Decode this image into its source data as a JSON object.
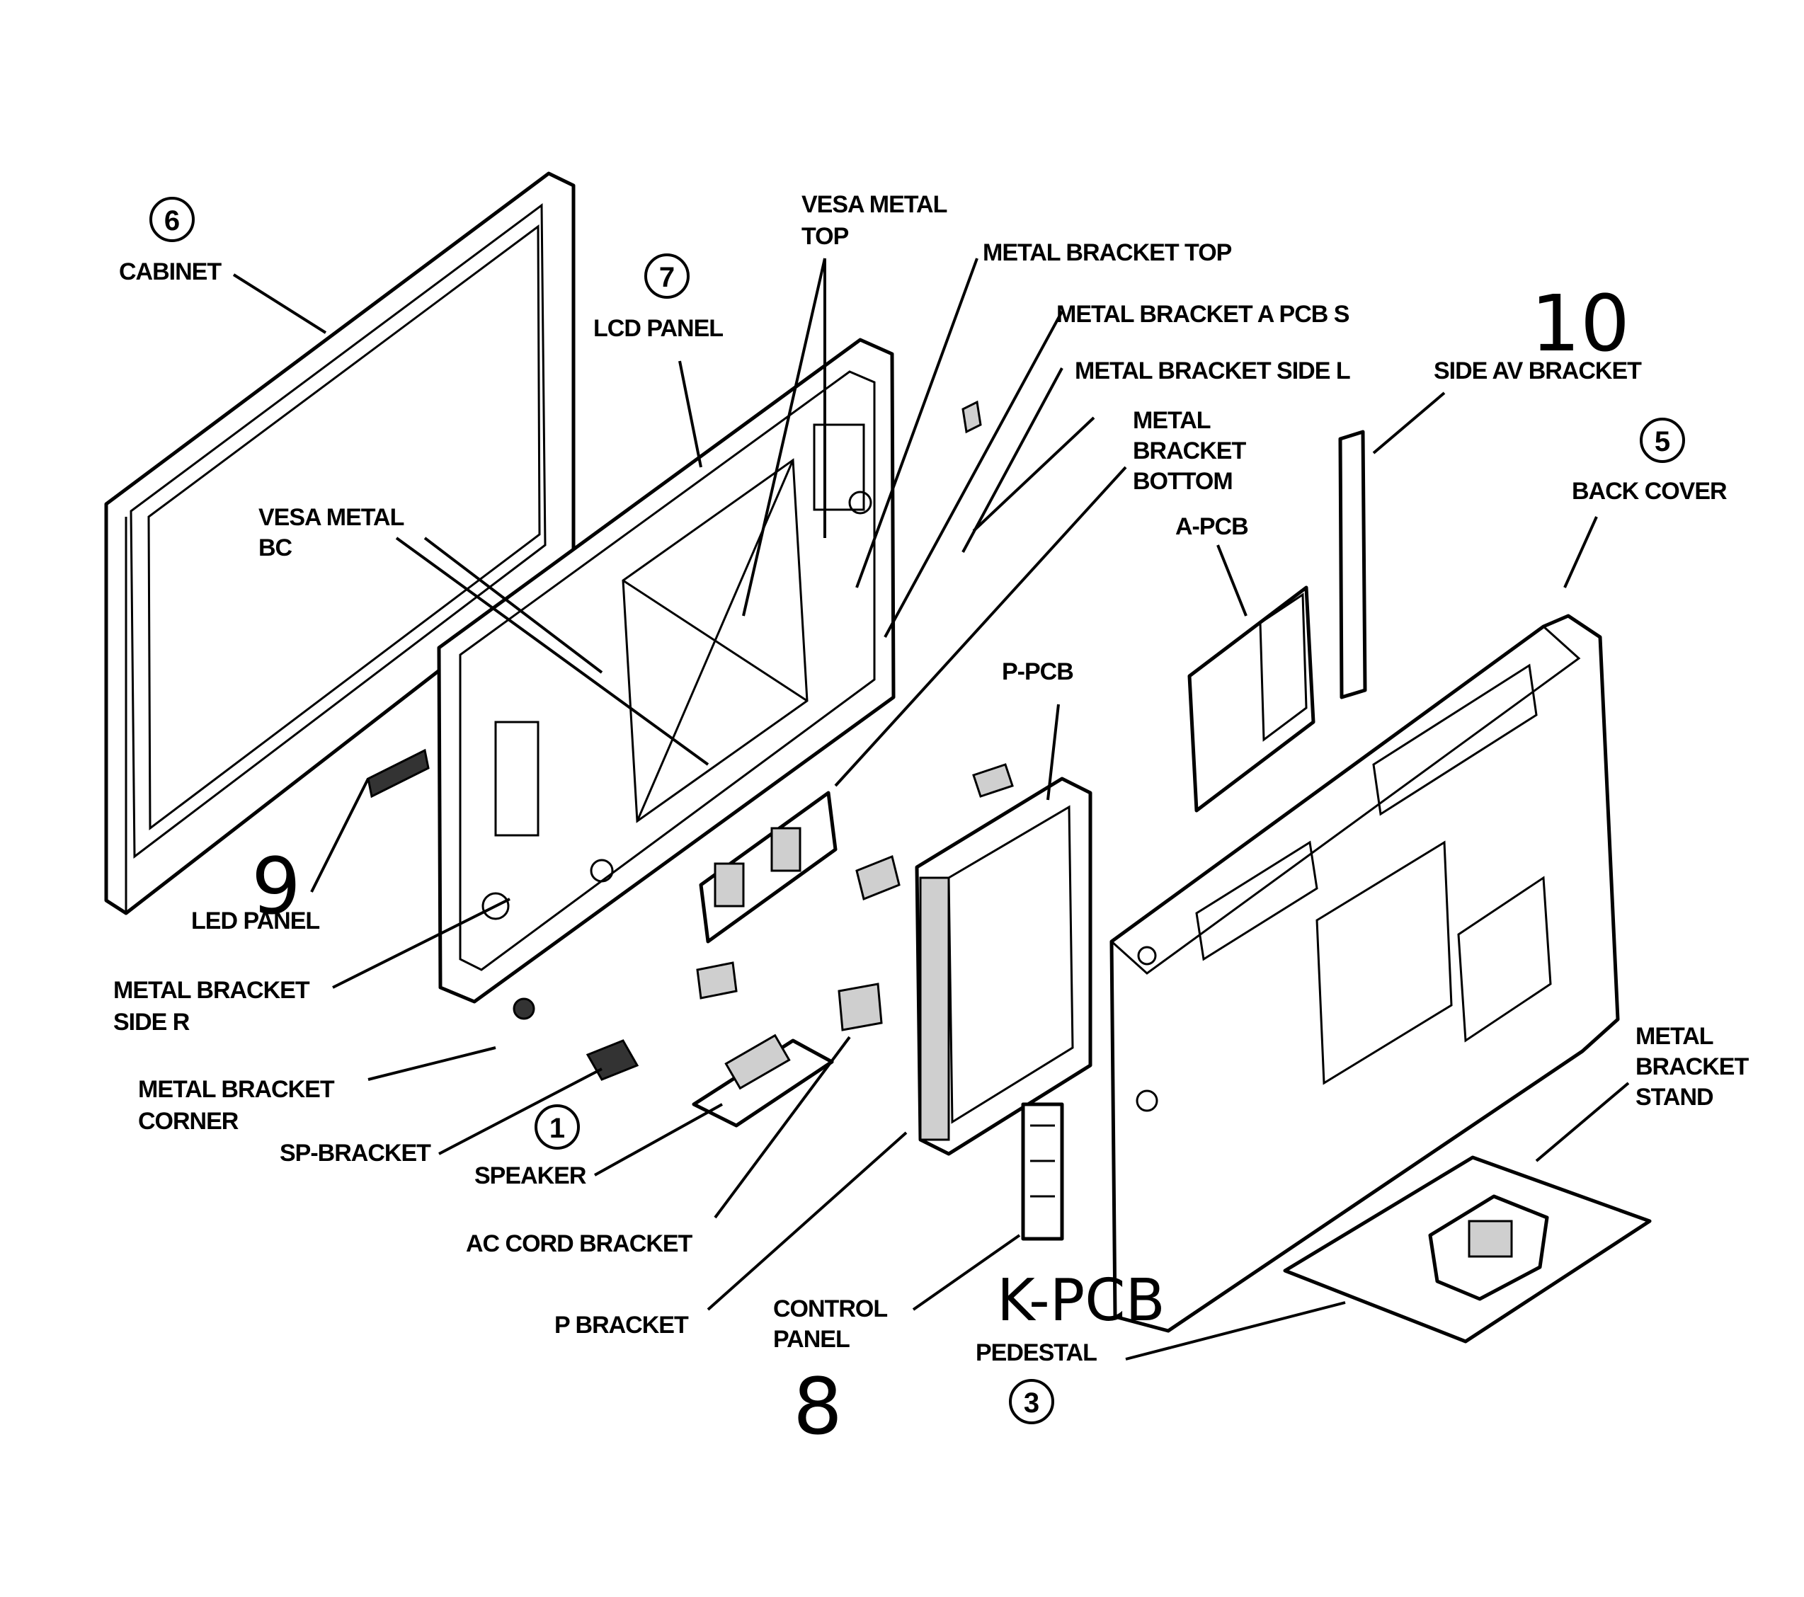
{
  "labels": {
    "cabinet": "CABINET",
    "lcd_panel": "LCD PANEL",
    "vesa_metal_top_line1": "VESA METAL",
    "vesa_metal_top_line2": "TOP",
    "metal_bracket_top": "METAL BRACKET TOP",
    "metal_bracket_a_pcb": "METAL BRACKET A PCB S",
    "metal_bracket_side_l": "METAL BRACKET SIDE L",
    "metal_bracket_bottom_line1": "METAL",
    "metal_bracket_bottom_line2": "BRACKET",
    "metal_bracket_bottom_line3": "BOTTOM",
    "side_av_bracket": "SIDE AV BRACKET",
    "back_cover": "BACK COVER",
    "a_pcb": "A-PCB",
    "p_pcb": "P-PCB",
    "vesa_metal_bc_line1": "VESA METAL",
    "vesa_metal_bc_line2": "BC",
    "led_panel": "LED PANEL",
    "metal_bracket_side_r_line1": "METAL BRACKET",
    "metal_bracket_side_r_line2": "SIDE R",
    "metal_bracket_corner_line1": "METAL BRACKET",
    "metal_bracket_corner_line2": "CORNER",
    "sp_bracket": "SP-BRACKET",
    "speaker": "SPEAKER",
    "ac_cord_bracket": "AC CORD BRACKET",
    "p_bracket": "P BRACKET",
    "control_panel_line1": "CONTROL",
    "control_panel_line2": "PANEL",
    "pedestal": "PEDESTAL",
    "metal_bracket_stand_line1": "METAL",
    "metal_bracket_stand_line2": "BRACKET",
    "metal_bracket_stand_line3": "STAND"
  },
  "circled_numbers": {
    "cabinet": "6",
    "lcd_panel": "7",
    "back_cover": "5",
    "speaker": "1",
    "pedestal": "3"
  },
  "handwritten": {
    "side_av": "10",
    "led_panel": "9",
    "control_panel": "8",
    "k_pcb": "K-PCB"
  }
}
